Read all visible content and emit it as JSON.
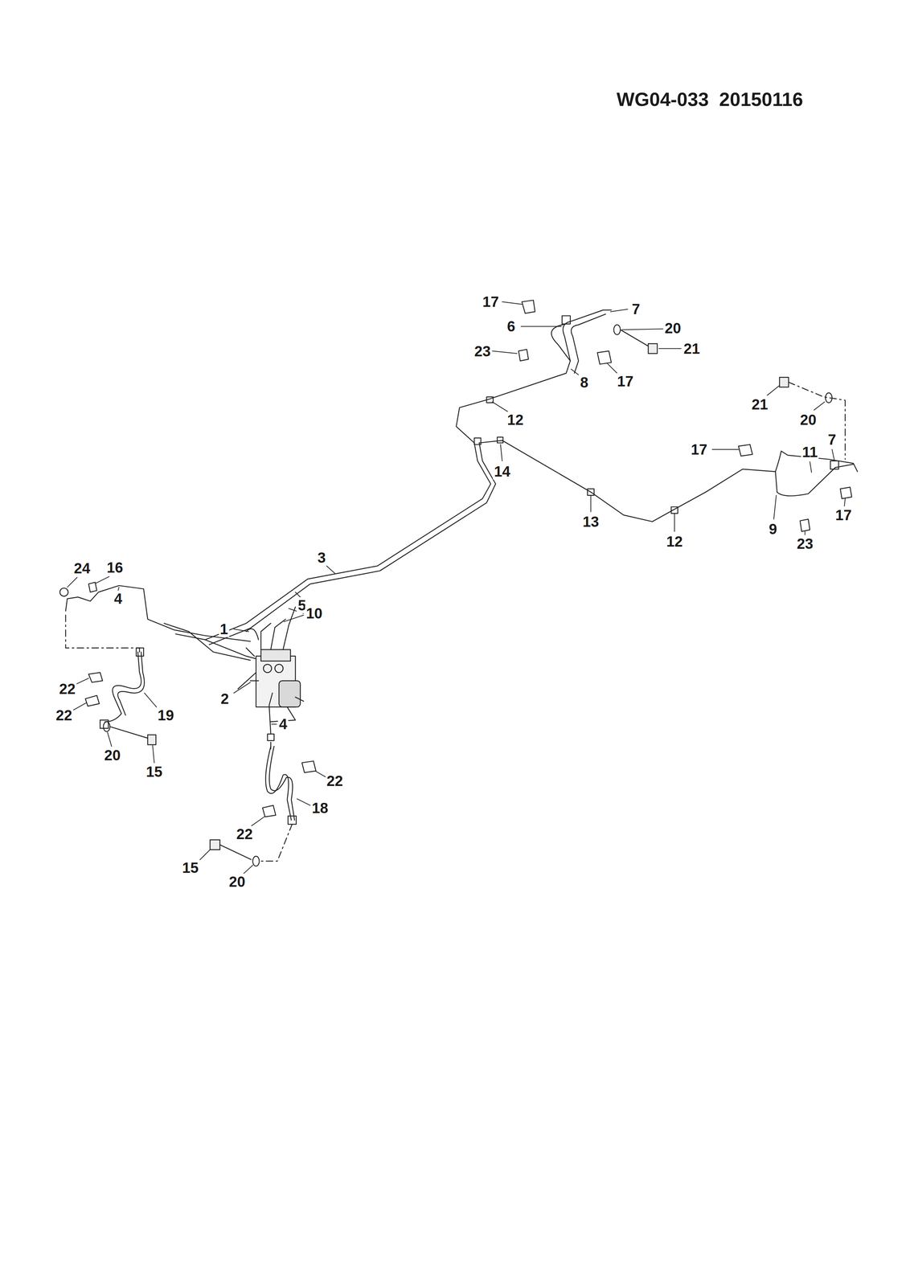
{
  "diagram": {
    "title": "WG04-033 20150116",
    "labels": [
      "17",
      "7",
      "6",
      "20",
      "21",
      "23",
      "8",
      "17",
      "12",
      "21",
      "20",
      "17",
      "11",
      "7",
      "14",
      "13",
      "12",
      "9",
      "23",
      "17",
      "3",
      "24",
      "16",
      "4",
      "5",
      "10",
      "1",
      "2",
      "4",
      "22",
      "22",
      "19",
      "20",
      "15",
      "22",
      "18",
      "22",
      "15",
      "20"
    ]
  }
}
